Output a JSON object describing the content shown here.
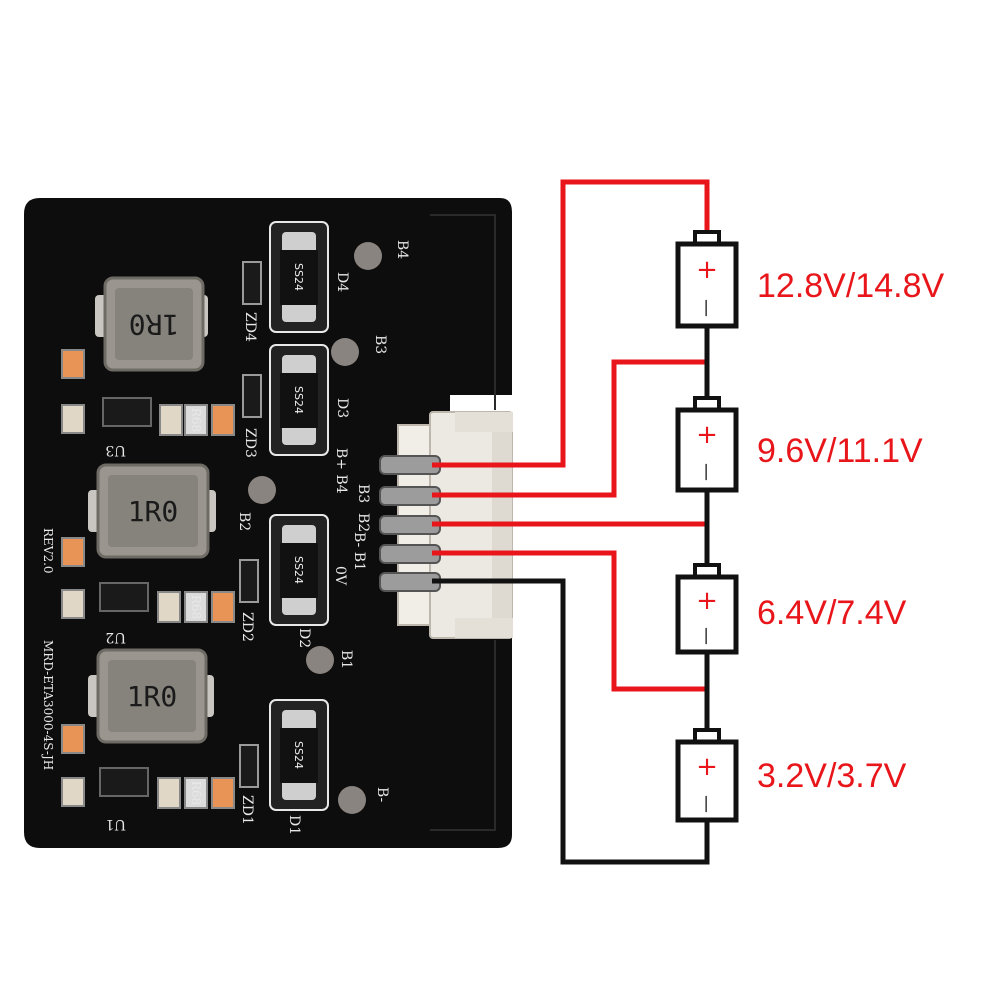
{
  "colors": {
    "board": "#0d0d0d",
    "positive_wire": "#e8161b",
    "negative_wire": "#111111",
    "voltage_text": "#e8161b",
    "connector": "#ece9e2",
    "silkscreen": "#e8e8e8"
  },
  "board": {
    "part_number": "MRD-ETA3000-4S-JH",
    "revision": "REV2.0",
    "inductors": [
      {
        "ref": "U3",
        "value": "1R0"
      },
      {
        "ref": "U2",
        "value": "1R0"
      },
      {
        "ref": "U1",
        "value": "1R0"
      }
    ],
    "diodes": [
      {
        "ref": "D4",
        "code": "SS24"
      },
      {
        "ref": "D3",
        "code": "SS24"
      },
      {
        "ref": "D2",
        "code": "SS24"
      },
      {
        "ref": "D1",
        "code": "SS24"
      }
    ],
    "zeners": [
      "ZD4",
      "ZD3",
      "ZD2",
      "ZD1"
    ],
    "pads": [
      "B4",
      "B3",
      "B2",
      "B1",
      "B-"
    ],
    "connector_pins": [
      "B+ B4",
      "B3",
      "B2",
      "B- B1",
      "0V"
    ],
    "resistor_code": "R68"
  },
  "cells": [
    {
      "label": "12.8V/14.8V",
      "plus": "+",
      "minus": "—"
    },
    {
      "label": "9.6V/11.1V",
      "plus": "+",
      "minus": "—"
    },
    {
      "label": "6.4V/7.4V",
      "plus": "+",
      "minus": "—"
    },
    {
      "label": "3.2V/3.7V",
      "plus": "+",
      "minus": "—"
    }
  ]
}
